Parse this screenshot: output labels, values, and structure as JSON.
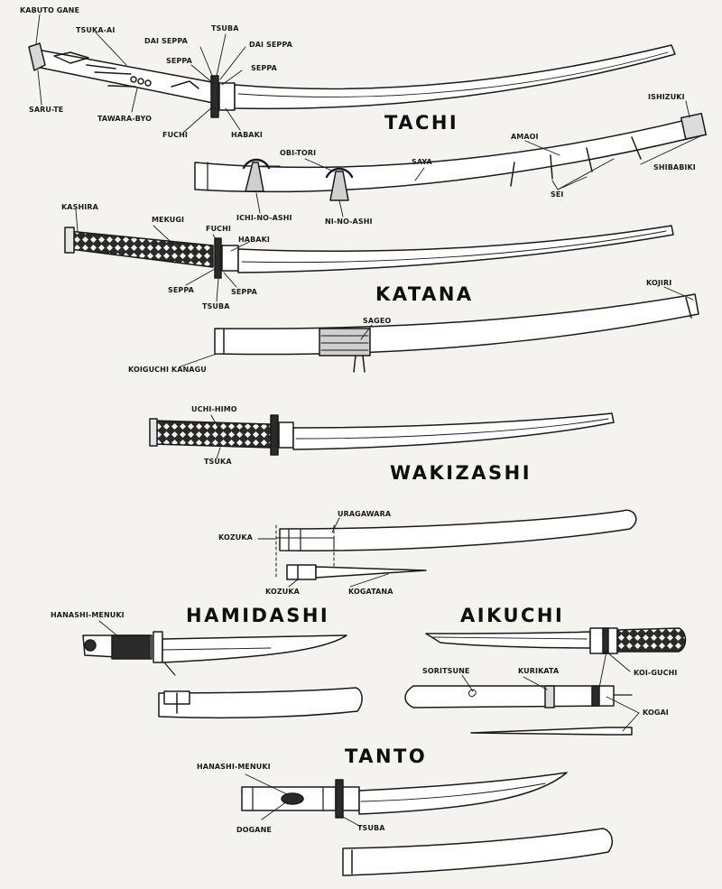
{
  "titles": {
    "tachi": "TACHI",
    "katana": "KATANA",
    "wakizashi": "WAKIZASHI",
    "hamidashi": "HAMIDASHI",
    "aikuchi": "AIKUCHI",
    "tanto": "TANTO"
  },
  "labels": {
    "kabuto_gane": "KABUTO GANE",
    "tsuka_ai": "TSUKA-AI",
    "dai_seppa_left": "DAI SEPPA",
    "tsuba_tachi": "TSUBA",
    "dai_seppa_right": "DAI SEPPA",
    "seppa_left_tachi": "SEPPA",
    "seppa_right_tachi": "SEPPA",
    "saru_te": "SARU-TE",
    "tawara_byo": "TAWARA-BYO",
    "fuchi_tachi": "FUCHI",
    "habaki_tachi": "HABAKI",
    "ishizuki": "ISHIZUKI",
    "amaoi": "AMAOI",
    "obi_tori": "OBI-TORI",
    "saya": "SAYA",
    "shibabiki": "SHIBABIKI",
    "ichi_no_ashi": "ICHI-NO-ASHI",
    "ni_no_ashi": "NI-NO-ASHI",
    "sei": "SEI",
    "kashira": "KASHIRA",
    "mekugi": "MEKUGI",
    "fuchi_katana": "FUCHI",
    "habaki_katana": "HABAKI",
    "seppa_left_katana": "SEPPA",
    "seppa_right_katana": "SEPPA",
    "tsuba_katana": "TSUBA",
    "kojiri": "KOJIRI",
    "sageo": "SAGEO",
    "koiguchi_kanagu": "KOIGUCHI KANAGU",
    "uchi_himo": "UCHI-HIMO",
    "tsuka_wakizashi": "TSUKA",
    "uragawara": "URAGAWARA",
    "kozuka_top": "KOZUKA",
    "kozuka_bottom": "KOZUKA",
    "kogatana": "KOGATANA",
    "hanashi_menuki_hamidashi": "HANASHI-MENUKI",
    "soritsune": "SORITSUNE",
    "kurikata": "KURIKATA",
    "koi_guchi": "KOI-GUCHI",
    "kogai": "KOGAI",
    "hanashi_menuki_tanto": "HANASHI-MENUKI",
    "dogane": "DOGANE",
    "tsuba_tanto": "TSUBA"
  }
}
